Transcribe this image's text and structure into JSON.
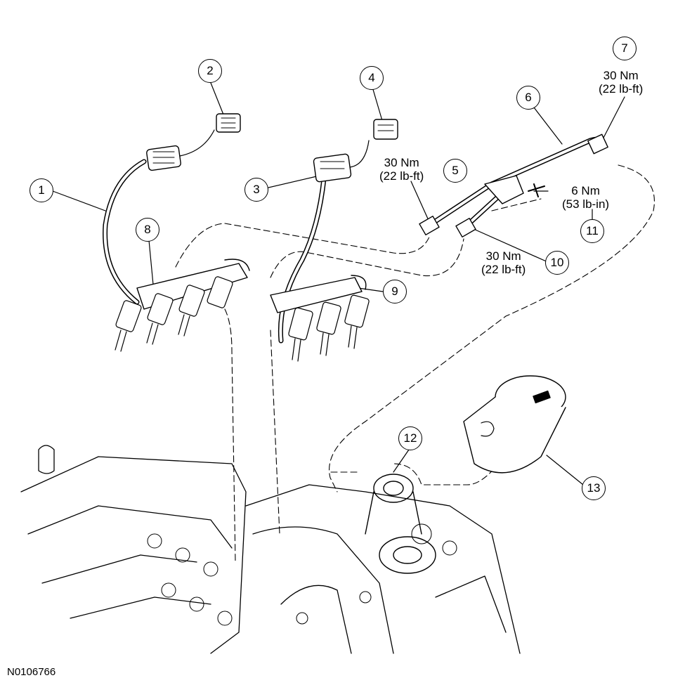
{
  "figure_id": "N0106766",
  "callouts": [
    "1",
    "2",
    "3",
    "4",
    "5",
    "6",
    "7",
    "8",
    "9",
    "10",
    "11",
    "12",
    "13"
  ],
  "torque_specs": {
    "t5": {
      "nm": "30 Nm",
      "lbft": "(22 lb-ft)"
    },
    "t7": {
      "nm": "30 Nm",
      "lbft": "(22 lb-ft)"
    },
    "t10": {
      "nm": "30 Nm",
      "lbft": "(22 lb-ft)"
    },
    "t11": {
      "nm": "6 Nm",
      "lbft": "(53 lb-in)"
    }
  }
}
